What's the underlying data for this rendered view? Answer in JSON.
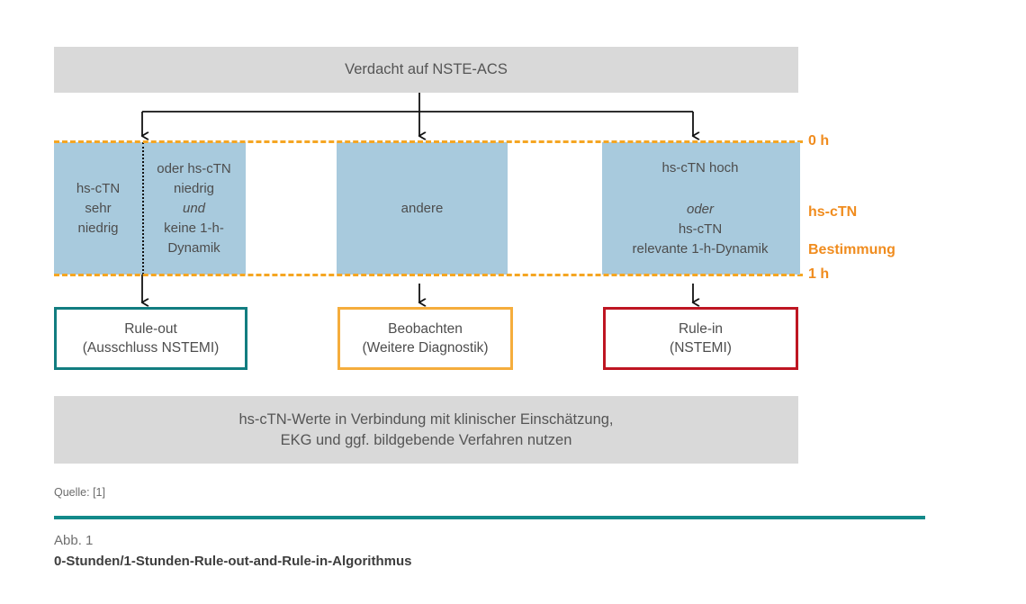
{
  "header": {
    "title": "Verdacht auf NSTE-ACS"
  },
  "assessment": {
    "left_band": {
      "segment_a": "hs-cTN\nsehr\nniedrig",
      "segment_b_line1": "oder hs-cTN",
      "segment_b_line2": "niedrig",
      "segment_b_italic": "und",
      "segment_b_line3": "keine 1-h-",
      "segment_b_line4": "Dynamik"
    },
    "middle_box": "andere",
    "right_box": {
      "line1": "hs-cTN hoch",
      "italic": "oder",
      "line2": "hs-cTN",
      "line3": "relevante 1-h-Dynamik"
    }
  },
  "timeline": {
    "top_label": "0 h",
    "bottom_label": "1 h",
    "side_label_line1": "hs-cTN",
    "side_label_line2": "Bestimmung",
    "dash_color": "#f5a623",
    "label_color": "#f08c1e"
  },
  "outcomes": [
    {
      "name": "rule-out",
      "line1": "Rule-out",
      "line2": "(Ausschluss NSTEMI)",
      "border_color": "#127d80"
    },
    {
      "name": "observe",
      "line1": "Beobachten",
      "line2": "(Weitere Diagnostik)",
      "border_color": "#f5ad3c"
    },
    {
      "name": "rule-in",
      "line1": "Rule-in",
      "line2": "(NSTEMI)",
      "border_color": "#be1622"
    }
  ],
  "footer_note": {
    "line1": "hs-cTN-Werte in Verbindung mit klinischer Einschätzung,",
    "line2": "EKG und ggf. bildgebende Verfahren nutzen"
  },
  "caption": {
    "source": "Quelle: [1]",
    "figure_number": "Abb. 1",
    "figure_title": "0-Stunden/1-Stunden-Rule-out-and-Rule-in-Algorithmus",
    "rule_color": "#138a8a"
  },
  "colors": {
    "gray_box": "#d9d9d9",
    "blue_box": "#a8cadd",
    "text": "#4d4d4d"
  }
}
